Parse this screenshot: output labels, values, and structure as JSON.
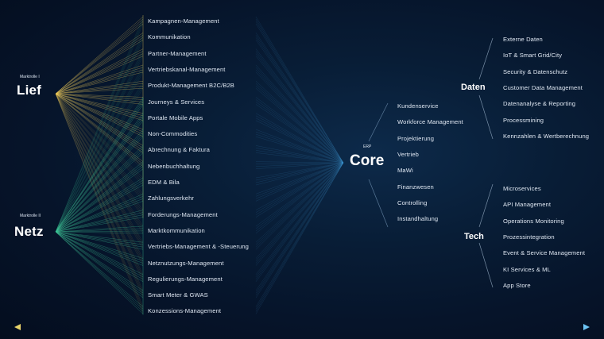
{
  "roles": {
    "lief": {
      "small": "Marktrolle I",
      "title": "Lief"
    },
    "netz": {
      "small": "Marktrolle II",
      "title": "Netz"
    }
  },
  "processes": [
    "Kampagnen-Management",
    "Kommunikation",
    "Partner-Management",
    "Vertriebskanal-Management",
    "Produkt-Management B2C/B2B",
    "Journeys & Services",
    "Portale Mobile Apps",
    "Non-Commodities",
    "Abrechnung & Faktura",
    "Nebenbuchhaltung",
    "EDM & Bila",
    "Zahlungsverkehr",
    "Forderungs-Management",
    "Marktkommunikation",
    "Vertriebs-Management & -Steuerung",
    "Netznutzungs-Management",
    "Regulierungs-Management",
    "Smart Meter & GWAS",
    "Konzessions-Management"
  ],
  "core": {
    "small": "ERP",
    "title": "Core",
    "items": [
      "Kundenservice",
      "Workforce Management",
      "Projektierung",
      "Vertrieb",
      "MaWi",
      "Finanzwesen",
      "Controlling",
      "Instandhaltung"
    ]
  },
  "daten": {
    "title": "Daten",
    "items": [
      "Externe Daten",
      "IoT & Smart Grid/City",
      "Security & Datenschutz",
      "Customer Data Management",
      "Datenanalyse & Reporting",
      "Processmining",
      "Kennzahlen & Wertberechnung"
    ]
  },
  "tech": {
    "title": "Tech",
    "items": [
      "Microservices",
      "API Management",
      "Operations Monitoring",
      "Prozessintegration",
      "Event & Service Management",
      "KI Services & ML",
      "App Store"
    ]
  },
  "colors": {
    "lief": "#f2cf5b",
    "netz": "#3fc79a",
    "core": "#4aa6e6",
    "arrow_start": "#e7d36a",
    "arrow_end": "#5fb8f0"
  }
}
